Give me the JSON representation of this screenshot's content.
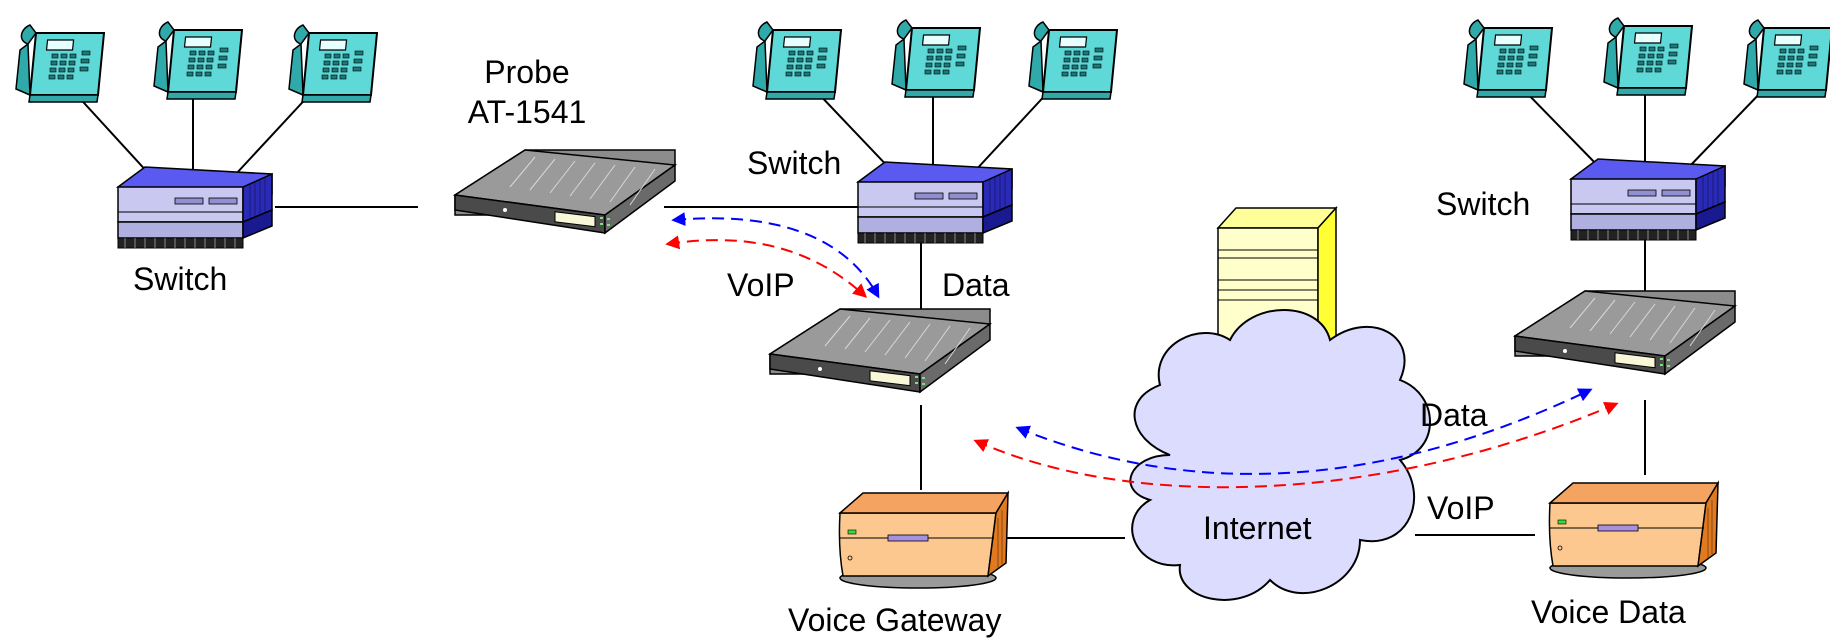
{
  "labels": {
    "probe_name": "Probe",
    "probe_model": "AT-1541",
    "switch_left": "Switch",
    "switch_middle": "Switch",
    "switch_right": "Switch",
    "voip_left": "VoIP",
    "data_left": "Data",
    "data_right": "Data",
    "voip_right": "VoIP",
    "internet": "Internet",
    "voice_gateway": "Voice Gateway",
    "voice_data": "Voice Data"
  },
  "colors": {
    "phone": "#5fd8d8",
    "switch": "#3a3ad0",
    "router": "#8c8c8c",
    "gateway": "#f4a460",
    "server": "#ffff66",
    "cloud": "#dcdcff",
    "voip_flow": "#ff0000",
    "data_flow": "#0000ff"
  },
  "icons": [
    "phone-icon",
    "switch-icon",
    "router-icon",
    "gateway-icon",
    "server-icon",
    "cloud-icon"
  ]
}
